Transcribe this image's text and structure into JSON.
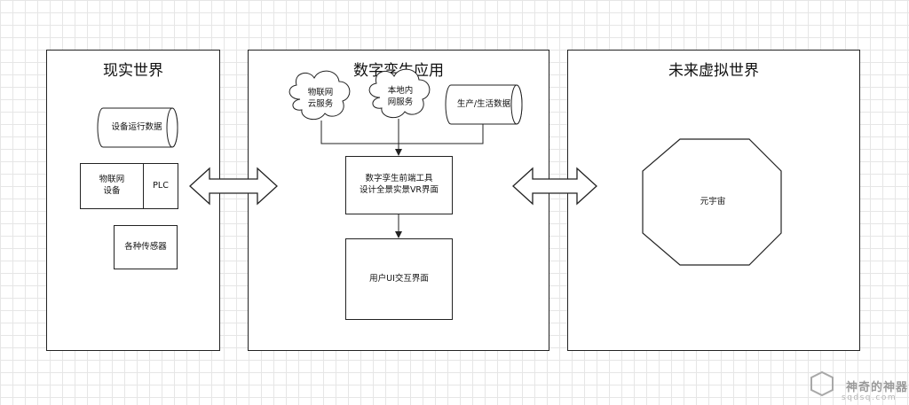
{
  "panels": {
    "real": {
      "title": "现实世界"
    },
    "twin": {
      "title": "数字孪生应用"
    },
    "future": {
      "title": "未来虚拟世界"
    }
  },
  "real": {
    "device_data": "设备运行数据",
    "iot_device": "物联网\n设备",
    "plc": "PLC",
    "sensors": "各种传感器"
  },
  "twin": {
    "iot_cloud": "物联网\n云服务",
    "local_intranet": "本地内\n网服务",
    "production_data": "生产/生活数据",
    "frontend_tool": "数字孪生前端工具\n设计全景实景VR界面",
    "user_ui": "用户UI交互界面"
  },
  "future": {
    "metaverse": "元宇宙"
  },
  "watermark": {
    "name": "神奇的神器",
    "url": "sqdsq.com"
  }
}
